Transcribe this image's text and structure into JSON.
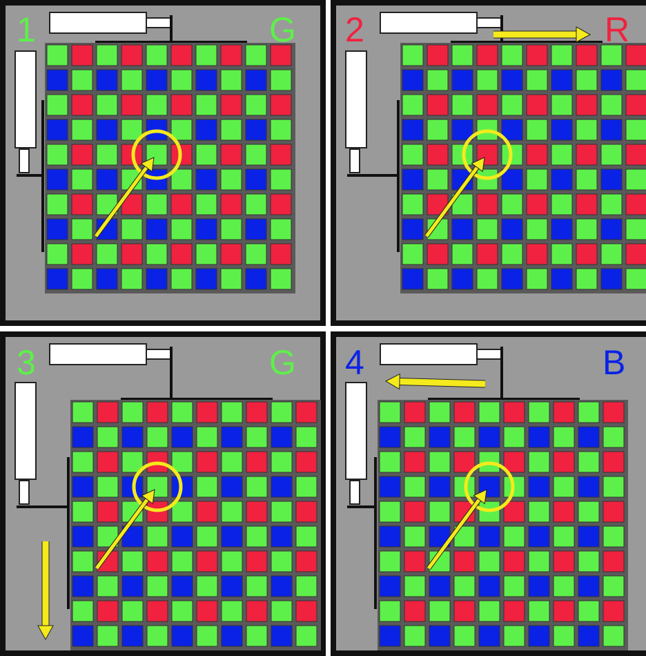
{
  "colors": {
    "background": "#ffffff",
    "frame": "#111111",
    "panel": "#9a9a9a",
    "grid_line": "#5a5a5a",
    "green": "#5ef04a",
    "red": "#f0223f",
    "blue": "#0a22e6",
    "highlight": "#f4ea1c",
    "actuator": "#ffffff"
  },
  "grid": {
    "rows": 10,
    "cols": 10,
    "pattern": "bayer-GR/BG"
  },
  "panels": [
    {
      "number": "1",
      "number_color": "#5ef04a",
      "channel": "G",
      "channel_color": "#5ef04a",
      "shift": "none",
      "highlighted_pixel": "green"
    },
    {
      "number": "2",
      "number_color": "#f0223f",
      "channel": "R",
      "channel_color": "#f0223f",
      "shift": "right",
      "highlighted_pixel": "red"
    },
    {
      "number": "3",
      "number_color": "#5ef04a",
      "channel": "G",
      "channel_color": "#5ef04a",
      "shift": "down",
      "highlighted_pixel": "green"
    },
    {
      "number": "4",
      "number_color": "#0a22e6",
      "channel": "B",
      "channel_color": "#0a22e6",
      "shift": "left",
      "highlighted_pixel": "blue"
    }
  ]
}
